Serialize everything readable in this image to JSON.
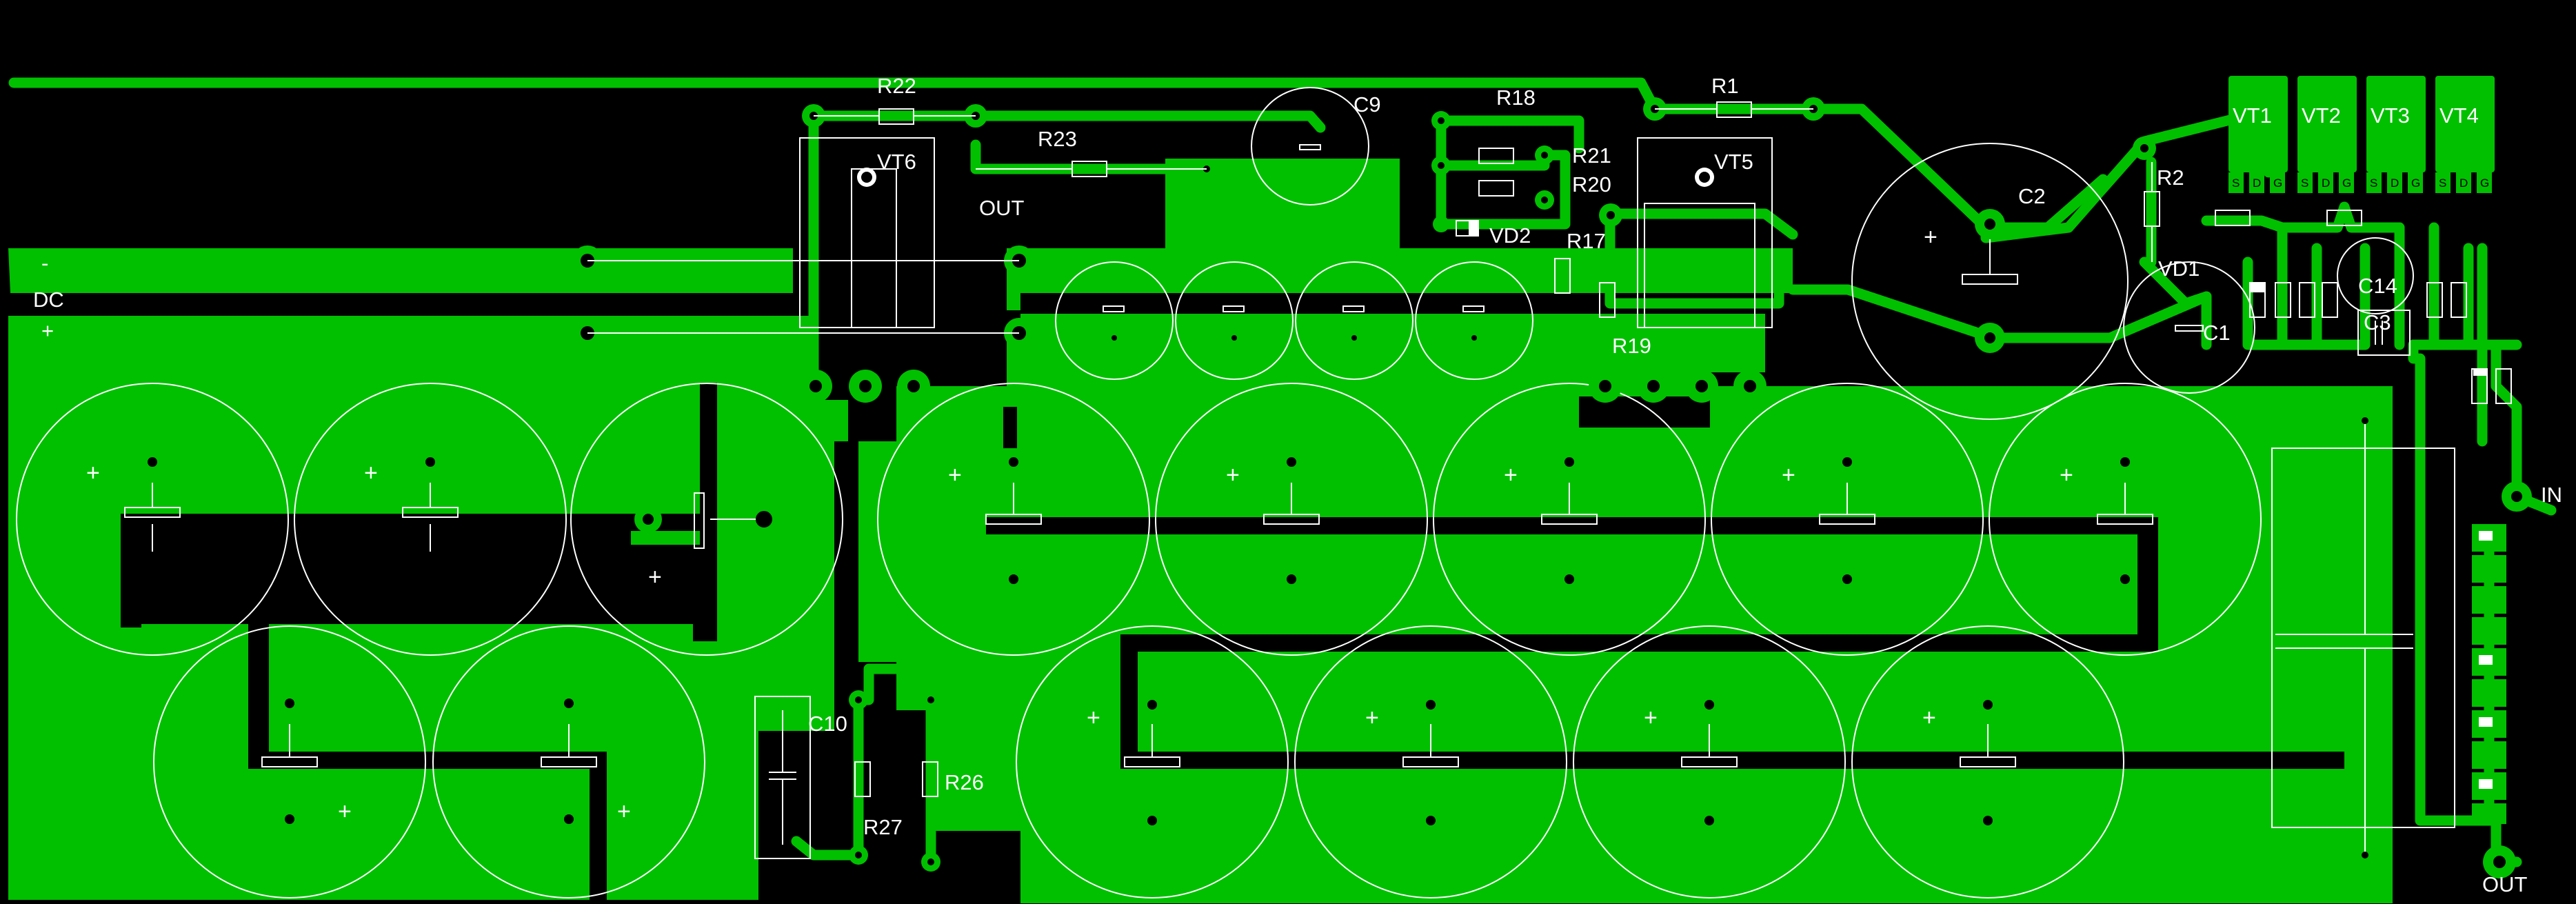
{
  "board": {
    "colors": {
      "background": "#000000",
      "copper": "#00c000",
      "silkscreen": "#ffffff",
      "hole": "#000000"
    }
  },
  "labels": {
    "r22": "R22",
    "r23": "R23",
    "c9": "C9",
    "r18": "R18",
    "r21": "R21",
    "r20": "R20",
    "vd2": "VD2",
    "r17": "R17",
    "r19": "R19",
    "r1": "R1",
    "vt5": "VT5",
    "vt6": "VT6",
    "out_top": "OUT",
    "c2": "C2",
    "r2": "R2",
    "vd1": "VD1",
    "c1": "C1",
    "c3": "C3",
    "c14": "C14",
    "vt1": "VT1",
    "vt2": "VT2",
    "vt3": "VT3",
    "vt4": "VT4",
    "in": "IN",
    "out_bottom": "OUT",
    "dc": "DC",
    "dc_minus": "-",
    "dc_plus": "+",
    "c10": "C10",
    "r27": "R27",
    "r26": "R26"
  },
  "transistor_pins": [
    "S",
    "D",
    "G"
  ],
  "polarity_mark": "+"
}
